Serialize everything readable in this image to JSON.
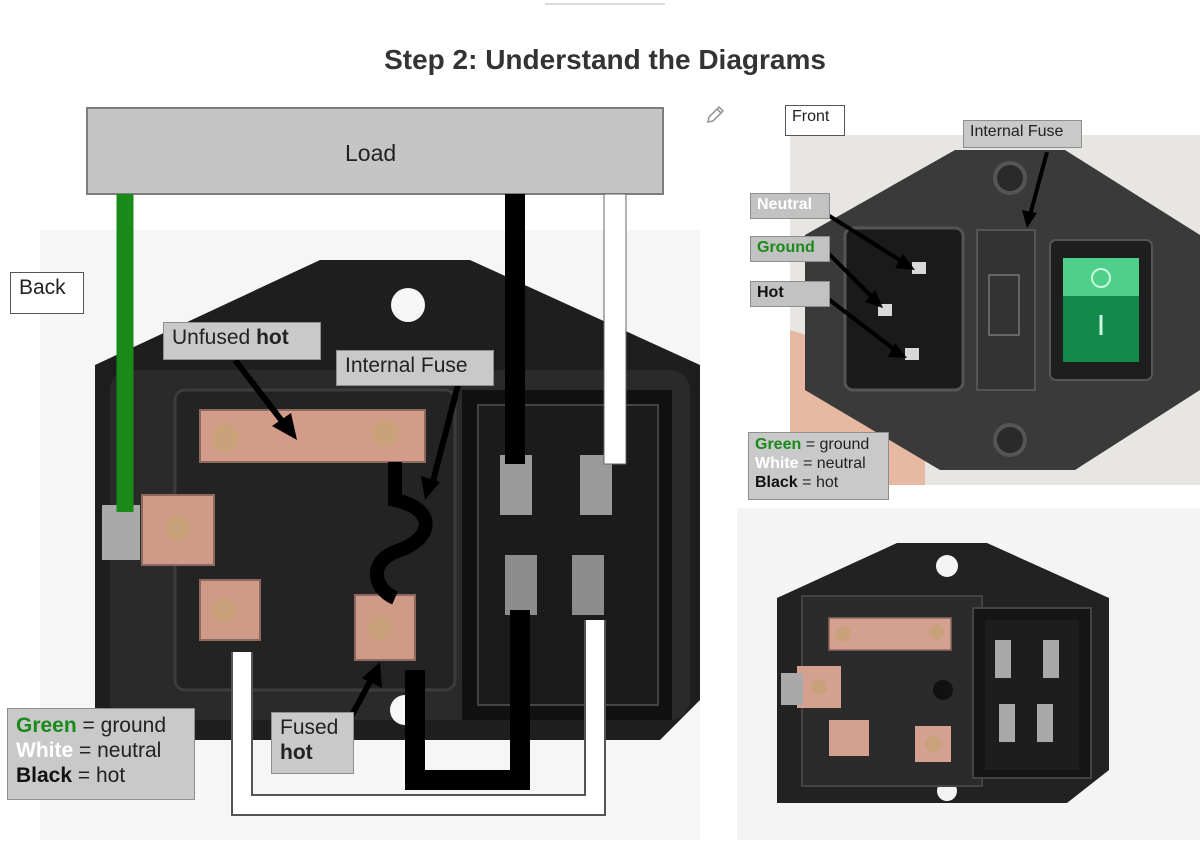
{
  "title": "Step 2: Understand the Diagrams",
  "icons": {
    "edit": "pencil-icon"
  },
  "back_diagram": {
    "load_label": "Load",
    "view_label": "Back",
    "unfused_prefix": "Unfused ",
    "unfused_bold": "hot",
    "internal_fuse": "Internal Fuse",
    "fused_line1": "Fused",
    "fused_line2": "hot",
    "legend": {
      "green_word": "Green",
      "green_rest": " = ground",
      "white_word": "White",
      "white_rest": " = neutral",
      "black_word": "Black",
      "black_rest": " = hot"
    }
  },
  "front_diagram": {
    "view_label": "Front",
    "internal_fuse": "Internal Fuse",
    "neutral": "Neutral",
    "ground": "Ground",
    "hot": "Hot",
    "legend": {
      "green_word": "Green",
      "green_rest": " = ground",
      "white_word": "White",
      "white_rest": " = neutral",
      "black_word": "Black",
      "black_rest": " = hot"
    }
  },
  "colors": {
    "ground": "#1a8a1a",
    "neutral": "#ffffff",
    "hot": "#000000",
    "label_bg": "#c9c9c9"
  }
}
